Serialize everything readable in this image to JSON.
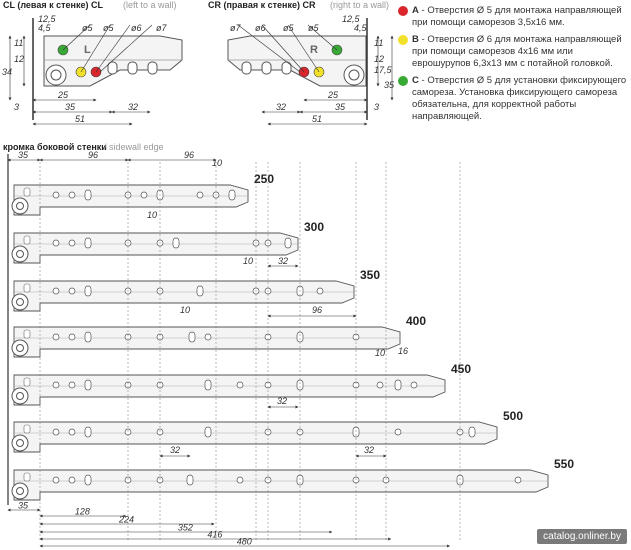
{
  "top_left": {
    "title_bold": "CL (левая к стенке) CL",
    "title_light": "(left to a wall)",
    "slide_letter": "L",
    "dims": {
      "d_12_5": "12,5",
      "d_4_5": "4,5",
      "phi5_a": "ø5",
      "phi5_b": "ø5",
      "phi6": "ø6",
      "phi7": "ø7",
      "d_11": "11",
      "d_12": "12",
      "d_34": "34",
      "d_3": "3",
      "d_25": "25",
      "d_35": "35",
      "d_32": "32",
      "d_51": "51"
    }
  },
  "top_right": {
    "title_bold": "CR (правая к стенке) CR",
    "title_light": "(right to a wall)",
    "slide_letter": "R",
    "dims": {
      "d_12_5": "12,5",
      "d_4_5": "4,5",
      "phi7": "ø7",
      "phi6": "ø6",
      "phi5_a": "ø5",
      "phi5_b": "ø5",
      "d_11": "11",
      "d_12": "12",
      "d_17_5": "17,5",
      "d_35v": "35",
      "d_3": "3",
      "d_32": "32",
      "d_25": "25",
      "d_35": "35",
      "d_51": "51"
    }
  },
  "legend": [
    {
      "letter": "A",
      "color": "#d9262c",
      "text": " - Отверстия Ø 5 для монтажа направляющей при помощи саморезов 3,5x16 мм."
    },
    {
      "letter": "B",
      "color": "#f2e12a",
      "text": " - Отверстия Ø 6 для монтажа направляющей при помощи саморезов 4x16 мм или еврошурупов 6,3x13 мм с потайной головкой."
    },
    {
      "letter": "C",
      "color": "#39a935",
      "text": " - Отверстия Ø 5 для установки фиксирующего самореза. Установка фиксирующего самореза обязательна, для корректной работы направляющей."
    }
  ],
  "sidewall": {
    "label_ru": "кромка боковой стенки",
    "label_en": "/ sidewall edge"
  },
  "top_dims": {
    "d35": "35",
    "d96a": "96",
    "d96b": "96",
    "d10": "10"
  },
  "lengths": [
    "250",
    "300",
    "350",
    "400",
    "450",
    "500",
    "550"
  ],
  "rail_dims": {
    "r2_10": "10",
    "r3_10": "10",
    "r3_32": "32",
    "r4_10": "10",
    "r4_96": "96",
    "r5_10": "10",
    "r5_16": "16",
    "r6_32": "32",
    "r7_32a": "32",
    "r7_32b": "32"
  },
  "bottom_dims": [
    "35",
    "128",
    "224",
    "352",
    "416",
    "480"
  ],
  "watermark": "catalog.onliner.by",
  "colors": {
    "red": "#d9262c",
    "yellow": "#f2e12a",
    "green": "#39a935"
  }
}
